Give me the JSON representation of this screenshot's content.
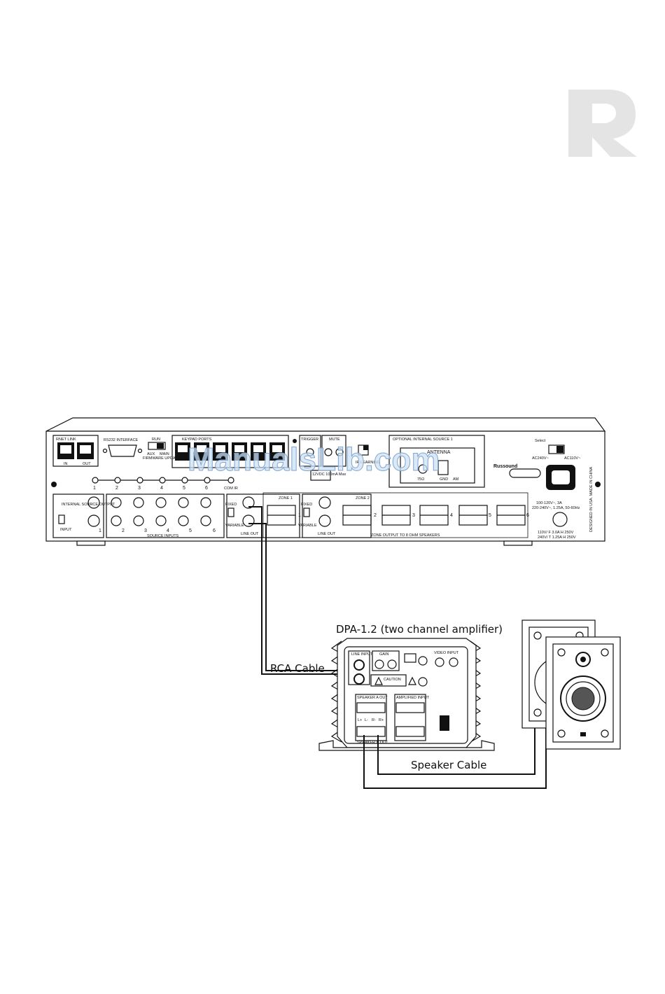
{
  "watermark": "ManualsLib.com",
  "receiver": {
    "brand": "Russound",
    "sections": {
      "rnet": "RNET LINK",
      "rnet_in": "IN",
      "rnet_out": "OUT",
      "rs232": "RS232 INTERFACE",
      "run": "RUN",
      "aux": "AUX",
      "main": "MAIN",
      "firmware": "FIRMWARE UPDATE",
      "keypad_ports": "KEYPAD PORTS",
      "trigger": "TRIGGER",
      "mute": "MUTE",
      "optional_source": "OPTIONAL INTERNAL SOURCE 1",
      "antenna": "ANTENNA",
      "ohm": "75Ω",
      "gnd": "GND",
      "am": "AM",
      "ir_learning": "IR LEARNING",
      "power_12v": "12VDC 100mA Max",
      "com_ir": "COM IR",
      "internal_source_output": "INTERNAL SOURCE OUTPUT",
      "input": "INPUT",
      "source_inputs": "SOURCE INPUTS",
      "fixed": "FIXED",
      "variable": "VARIABLE",
      "line_out": "LINE OUT",
      "zone1": "ZONE 1",
      "zone2": "ZONE 2",
      "zone_output": "ZONE OUTPUT TO 8 OHM SPEAKERS",
      "voltage_select": "Select",
      "ac240": "AC240V~",
      "ac110": "AC110V~",
      "power_rating": "100-120V~, 3A",
      "power_rating2": "220-240V~, 1.25A, 50-60Hz",
      "fuse1": "110V/ F 3.0A H 250V",
      "fuse2": "240V/ T 1.25A H 250V",
      "designed": "DESIGNED IN USA. MADE IN CHINA"
    },
    "ir_numbers": [
      "1",
      "2",
      "3",
      "4",
      "5",
      "6"
    ],
    "source_numbers": [
      "1",
      "2",
      "3",
      "4",
      "5",
      "6"
    ],
    "zone_numbers": [
      "1",
      "2",
      "3",
      "4",
      "5",
      "6"
    ]
  },
  "amplifier": {
    "label": "DPA-1.2 (two channel amplifier)",
    "line_input": "LINE INPUT",
    "gain": "GAIN",
    "video_input": "VIDEO INPUT",
    "speaker_a_out": "SPEAKER A OUT",
    "speaker_b_out": "SPEAKER B OUT",
    "amplified_input": "AMPLIFIED INPUT",
    "caution": "CAUTION",
    "terminals": [
      "L+",
      "L-",
      "R-",
      "R+"
    ]
  },
  "cables": {
    "rca": "RCA Cable",
    "speaker": "Speaker Cable"
  }
}
